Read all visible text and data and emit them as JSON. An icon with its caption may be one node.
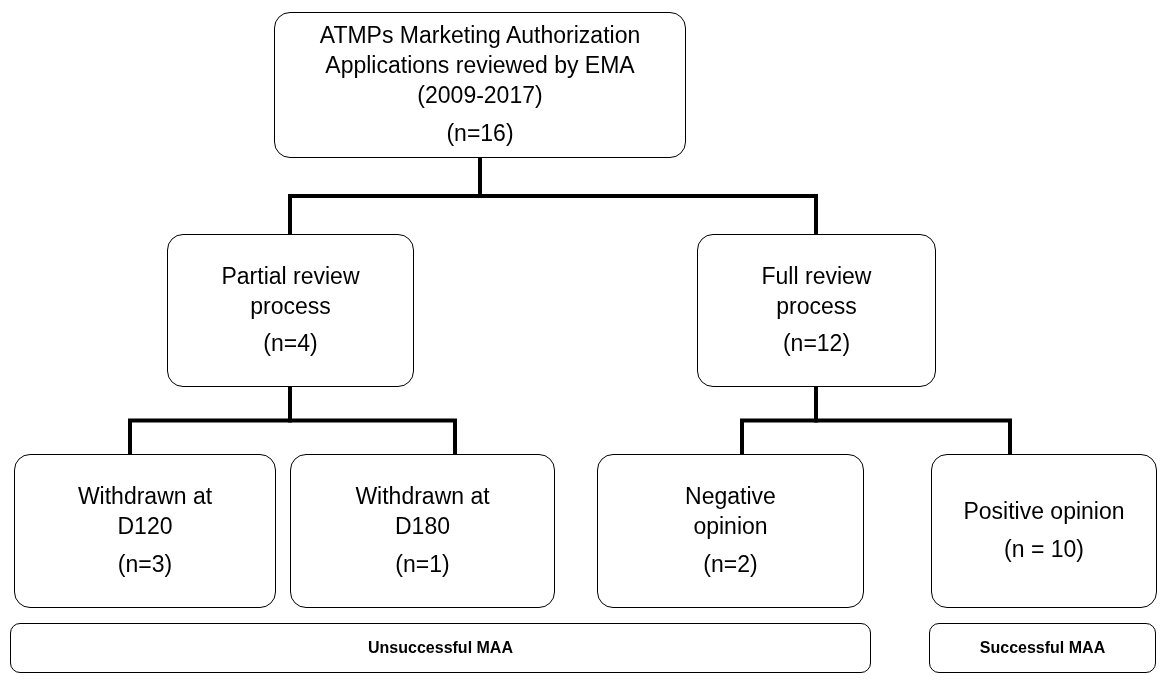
{
  "diagram": {
    "nodes": [
      {
        "text": [
          "ATMPs Marketing Authorization Applications reviewed by EMA (2009-2017)",
          "(n=16)"
        ]
      },
      {
        "text": [
          "Partial review process",
          "(n=4)"
        ]
      },
      {
        "text": [
          "Full review process",
          "(n=12)"
        ]
      },
      {
        "text": [
          "Withdrawn at D120",
          "(n=3)"
        ]
      },
      {
        "text": [
          "Withdrawn at D180",
          "(n=1)"
        ]
      },
      {
        "text": [
          "Negative opinion",
          "(n=2)"
        ]
      },
      {
        "text": [
          "Positive opinion",
          "(n = 10)"
        ]
      },
      {
        "text": [
          "Unsuccessful MAA"
        ]
      },
      {
        "text": [
          "Successful MAA"
        ]
      }
    ],
    "edges": [
      {
        "from": 0,
        "to": 1,
        "arrow": "none"
      },
      {
        "from": 0,
        "to": 2,
        "arrow": "none"
      },
      {
        "from": 1,
        "to": 3,
        "arrow": "none"
      },
      {
        "from": 1,
        "to": 4,
        "arrow": "none"
      },
      {
        "from": 2,
        "to": 5,
        "arrow": "none"
      },
      {
        "from": 2,
        "to": 6,
        "arrow": "none"
      }
    ]
  }
}
